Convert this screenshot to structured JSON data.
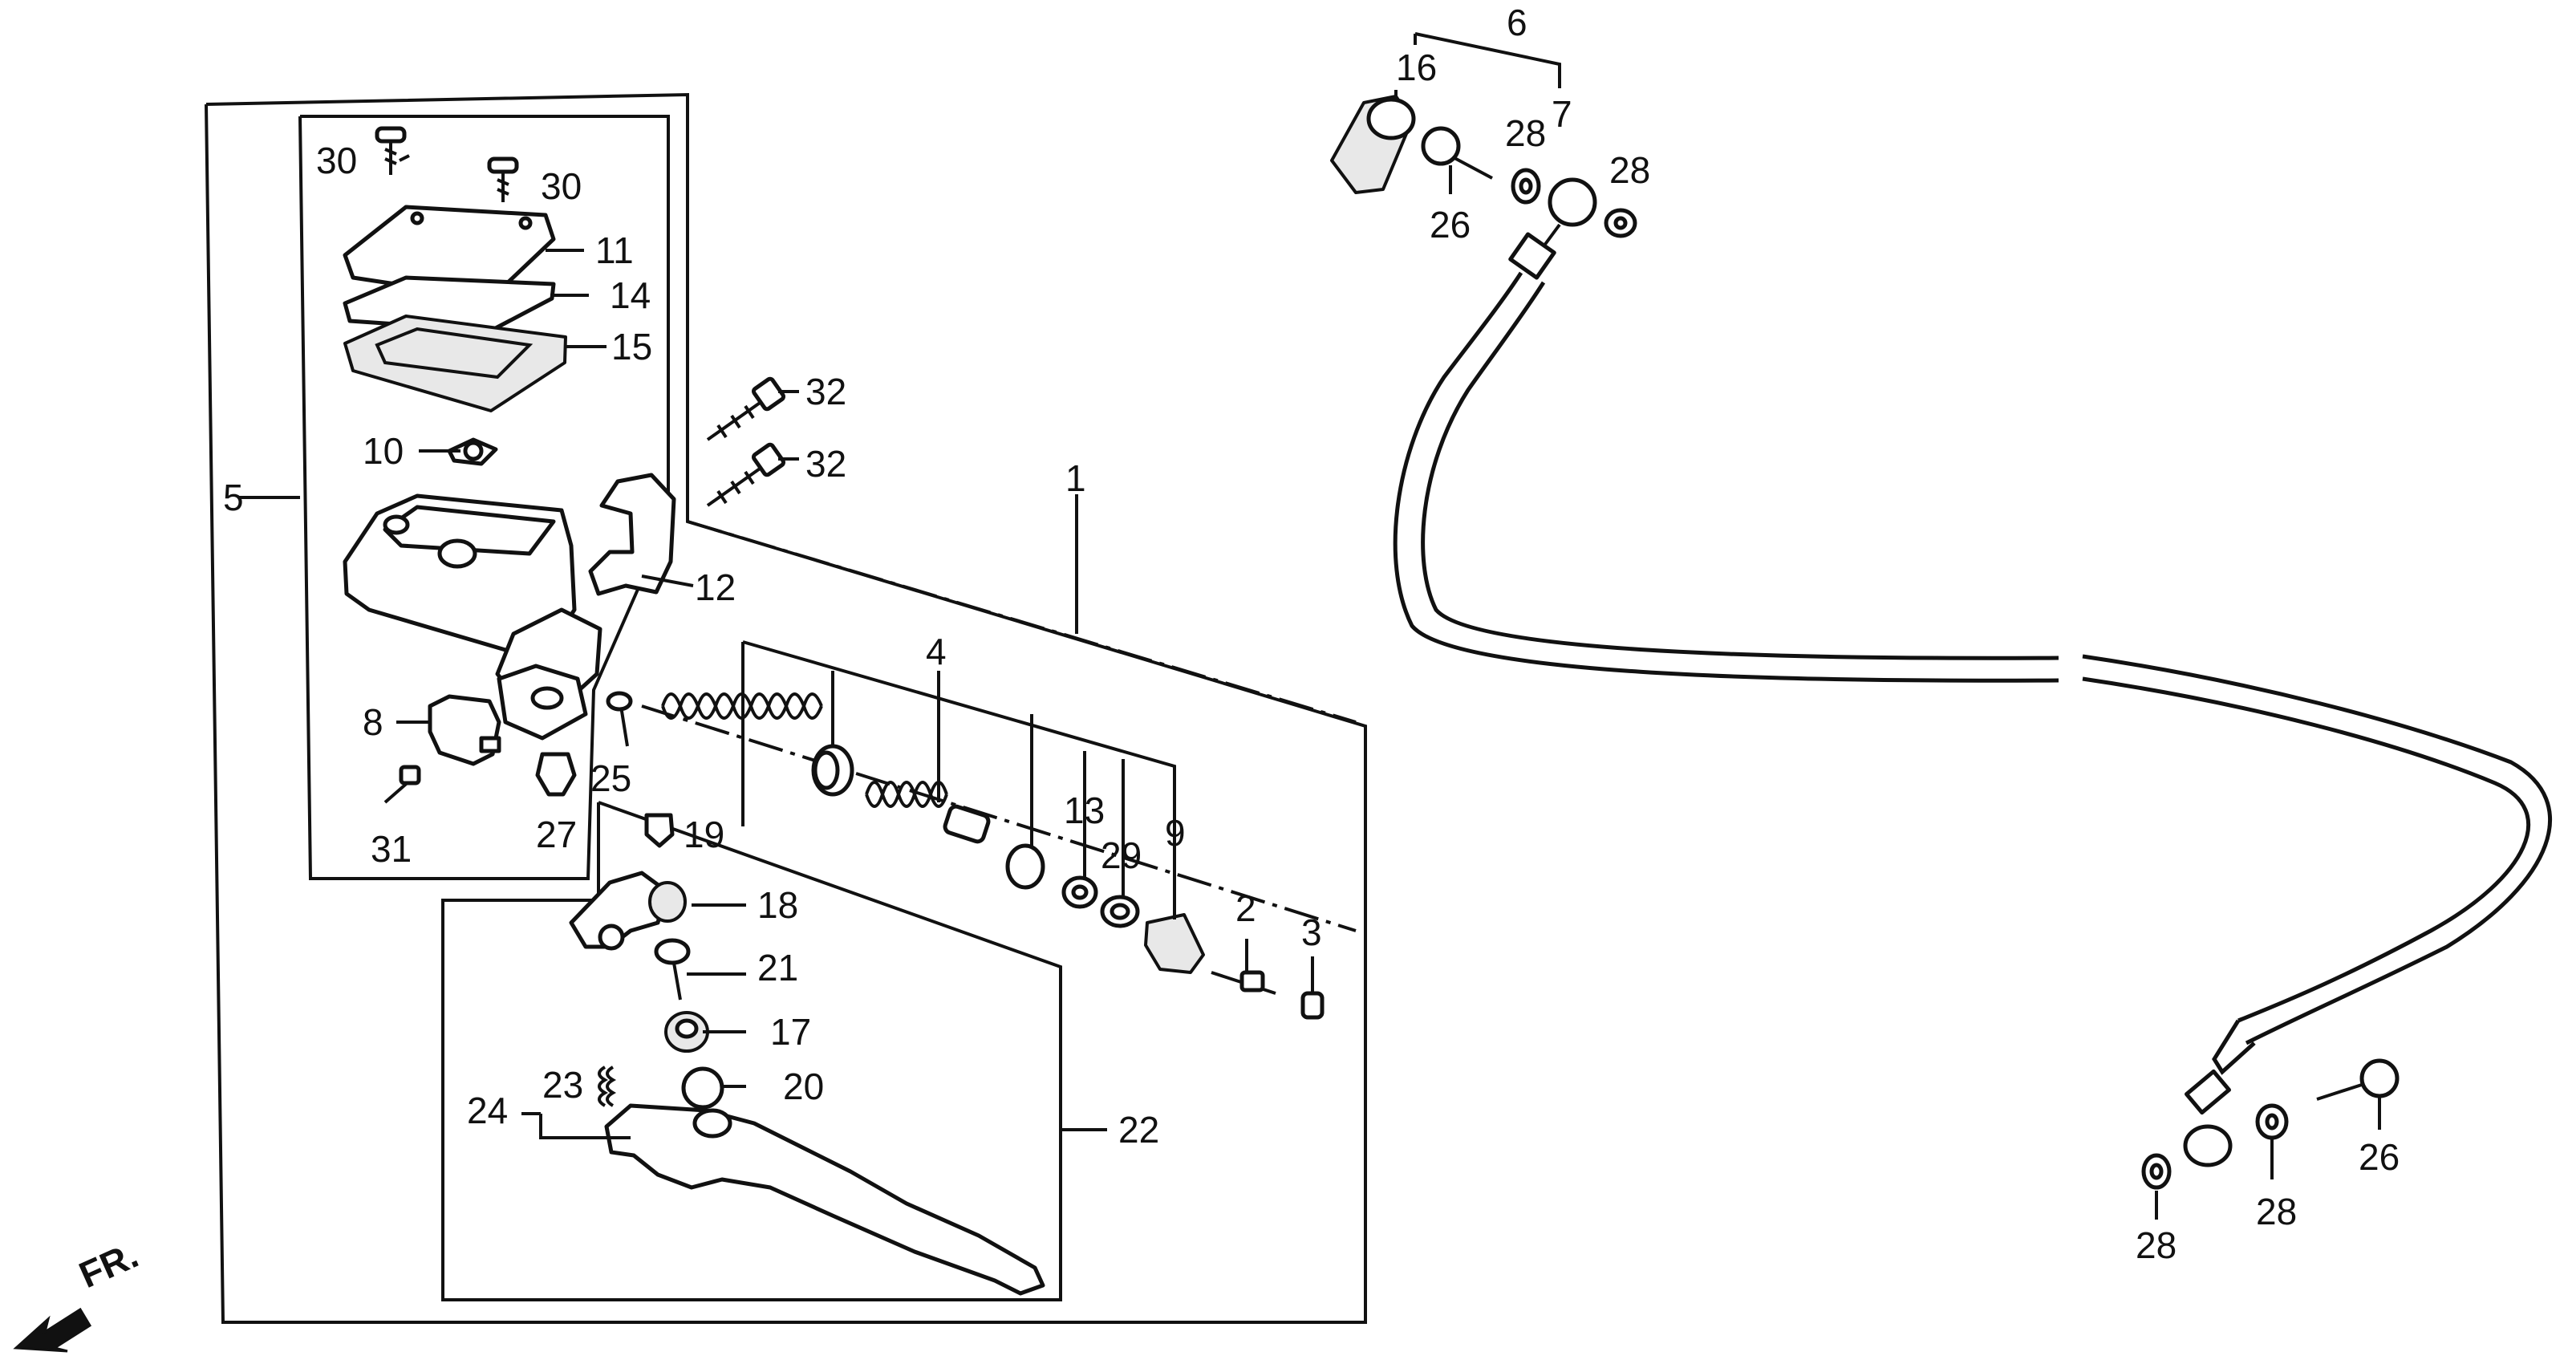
{
  "labels": {
    "l1": "1",
    "l2": "2",
    "l3": "3",
    "l4": "4",
    "l5": "5",
    "l6": "6",
    "l7": "7",
    "l8": "8",
    "l9": "9",
    "l10": "10",
    "l11": "11",
    "l12": "12",
    "l13": "13",
    "l14": "14",
    "l15": "15",
    "l16": "16",
    "l17": "17",
    "l18": "18",
    "l19": "19",
    "l20": "20",
    "l21": "21",
    "l22": "22",
    "l23": "23",
    "l24": "24",
    "l25": "25",
    "l26a": "26",
    "l26b": "26",
    "l27": "27",
    "l28a": "28",
    "l28b": "28",
    "l28c": "28",
    "l28d": "28",
    "l29": "29",
    "l30a": "30",
    "l30b": "30",
    "l31": "31",
    "l32a": "32",
    "l32b": "32"
  },
  "front_indicator": "FR."
}
